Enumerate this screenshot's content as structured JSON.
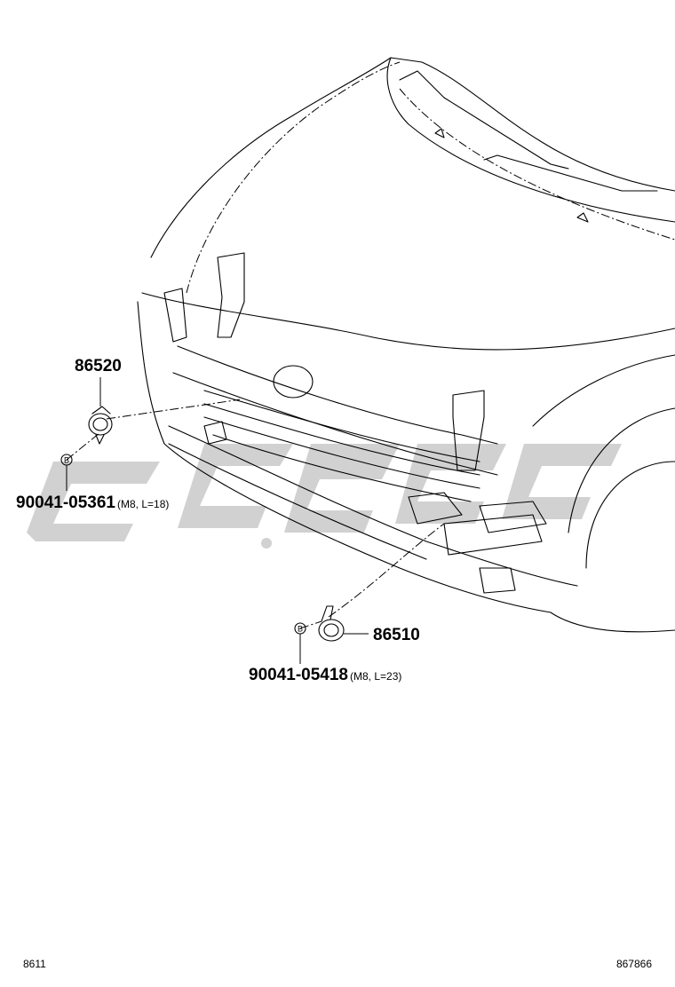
{
  "callouts": {
    "horn_high_part": "86520",
    "bolt_1_part": "90041-05361",
    "bolt_1_spec": "(M8, L=18)",
    "horn_low_part": "86510",
    "bolt_2_part": "90041-05418",
    "bolt_2_spec": "(M8, L=23)",
    "bolt_mark_letter": "B"
  },
  "footer": {
    "figure_code": "8611",
    "illustration_number": "867866"
  },
  "colors": {
    "line": "#000000",
    "watermark": "#bdbdbd",
    "background": "#ffffff"
  }
}
